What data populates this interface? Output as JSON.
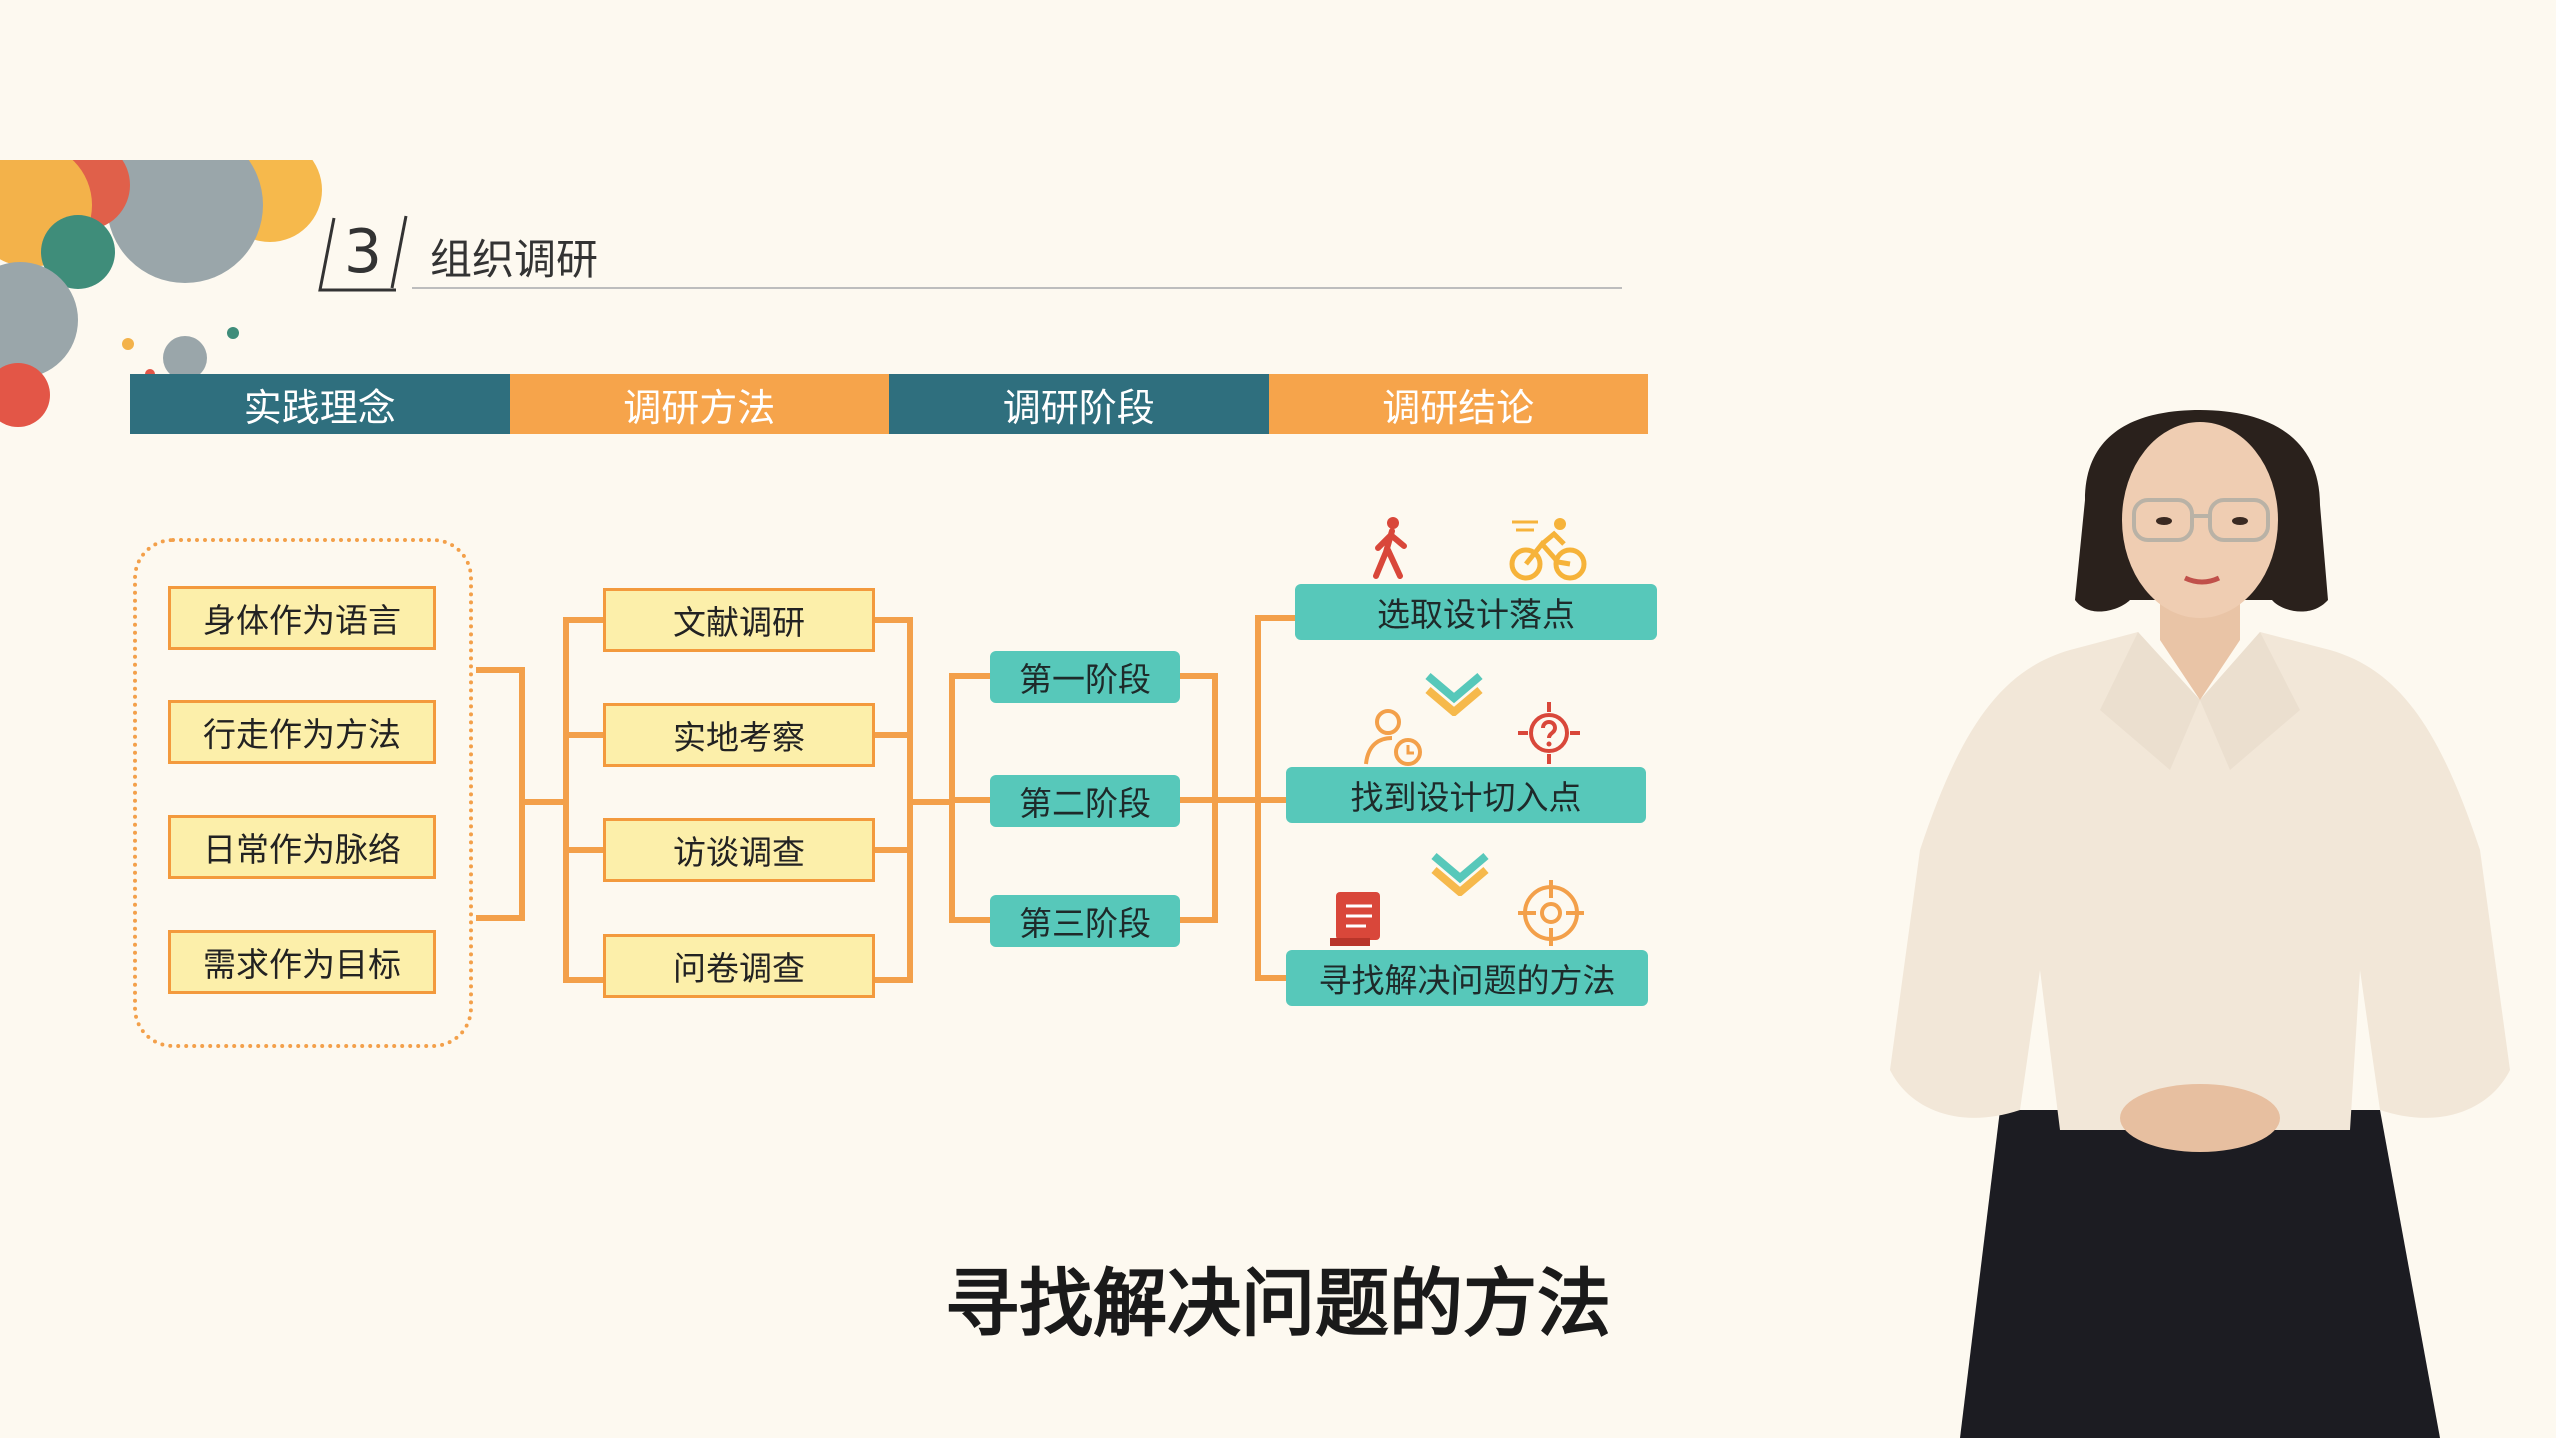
{
  "header": {
    "slide_number": "3",
    "title": "组织调研"
  },
  "columns": [
    {
      "label": "实践理念"
    },
    {
      "label": "调研方法"
    },
    {
      "label": "调研阶段"
    },
    {
      "label": "调研结论"
    }
  ],
  "concepts": [
    "身体作为语言",
    "行走作为方法",
    "日常作为脉络",
    "需求作为目标"
  ],
  "methods": [
    "文献调研",
    "实地考察",
    "访谈调查",
    "问卷调查"
  ],
  "stages": [
    "第一阶段",
    "第二阶段",
    "第三阶段"
  ],
  "conclusions": [
    "选取设计落点",
    "找到设计切入点",
    "寻找解决问题的方法"
  ],
  "icons": {
    "conclusion_1": [
      "walking-person-icon",
      "cyclist-icon"
    ],
    "conclusion_2": [
      "person-clock-icon",
      "question-target-icon"
    ],
    "conclusion_3": [
      "document-scroll-icon",
      "crosshair-icon"
    ]
  },
  "colors": {
    "teal_dark": "#2f6f7e",
    "orange": "#f6a44b",
    "teal_light": "#57c8ba",
    "box_yellow": "#fcefaa"
  },
  "subtitle": "寻找解决问题的方法"
}
